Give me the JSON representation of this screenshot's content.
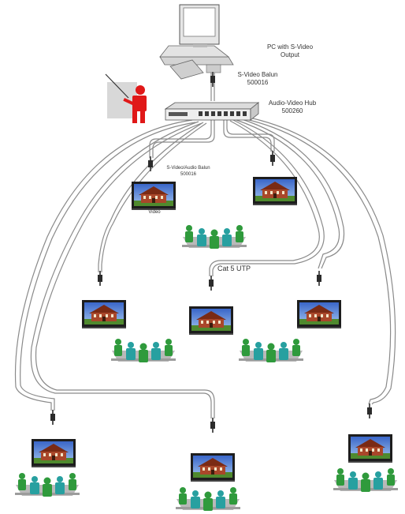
{
  "labels": {
    "pc": [
      "PC with S-Video",
      "Output"
    ],
    "balun": [
      "S-Video Balun",
      "500016"
    ],
    "hub": [
      "Audio-Video Hub",
      "500260"
    ],
    "audio_balun": [
      "S-Video/Audio Balun",
      "500016"
    ],
    "video": "Video",
    "cable": "Cat 5 UTP"
  },
  "colors": {
    "cable": "#8a8a8a",
    "person_green": "#2f9a3c",
    "person_teal": "#27a0a0",
    "presenter": "#e01818",
    "table": "#b9b9b9",
    "screen_frame": "#222222",
    "house": "#9b3a1e"
  },
  "icons": [
    "computer-icon",
    "presenter-icon",
    "hub-icon",
    "balun-icon",
    "tv-monitor-icon",
    "audience-icon"
  ]
}
